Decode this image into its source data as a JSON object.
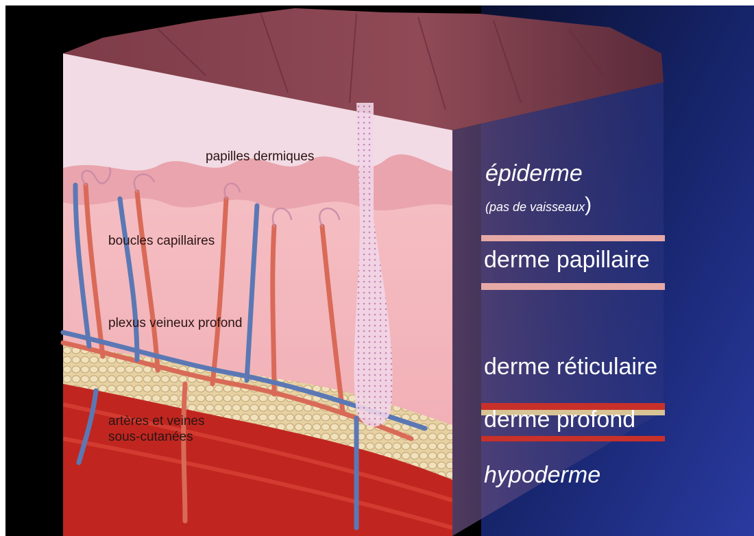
{
  "inner_labels": {
    "papilles": "papilles dermiques",
    "boucles": "boucles capillaires",
    "plexus": "plexus veineux profond",
    "arteres_line1": "artères et veines",
    "arteres_line2": "sous-cutanées"
  },
  "layer_labels": {
    "epiderme": "épiderme",
    "epiderme_note_open": "(",
    "epiderme_note": "pas de vaisseaux",
    "epiderme_note_close": ")",
    "derme_papillaire": "derme papillaire",
    "derme_reticulaire": "derme réticulaire",
    "derme_profond": "derme profond",
    "hypoderme": "hypoderme"
  },
  "colors": {
    "background_outer": "#000000",
    "panel_navy": "#1b2a6e",
    "skin_surface": "#8a4a55",
    "epidermis": "#f1d4dc",
    "papillary": "#e0a3a8",
    "dermis": "#f3b9bd",
    "fat": "#ddc79a",
    "muscle": "#c0261f",
    "artery": "#d76a5a",
    "vein": "#5b78b4",
    "band_papillary": "#e6a9a6",
    "band_deep_red": "#c8302a",
    "band_fat": "#d7c394"
  }
}
